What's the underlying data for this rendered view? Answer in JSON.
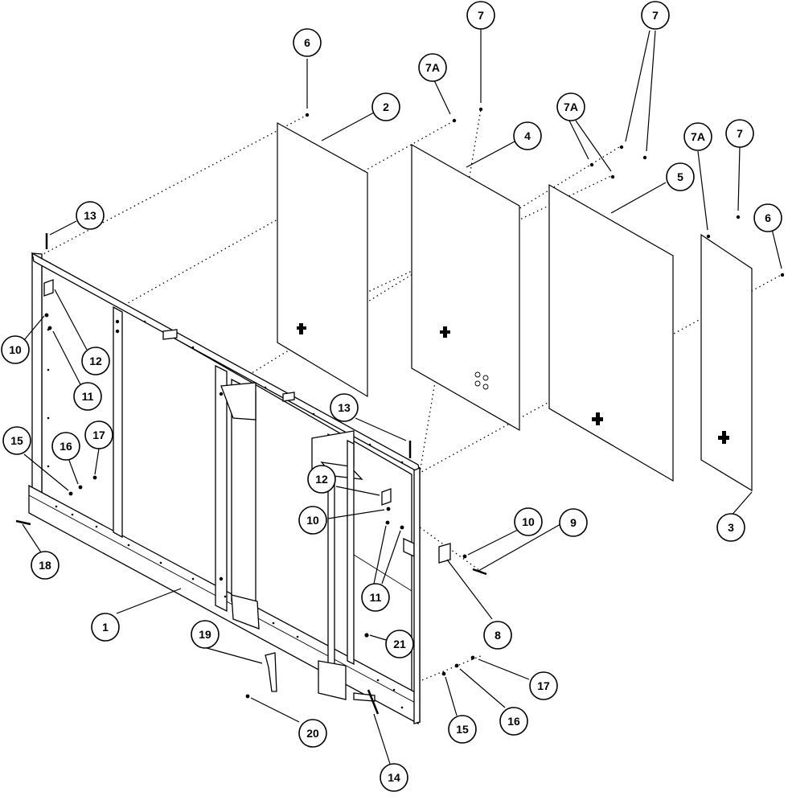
{
  "callouts": [
    {
      "label": "1"
    },
    {
      "label": "2"
    },
    {
      "label": "3"
    },
    {
      "label": "4"
    },
    {
      "label": "5"
    },
    {
      "label": "6"
    },
    {
      "label": "6"
    },
    {
      "label": "7"
    },
    {
      "label": "7"
    },
    {
      "label": "7"
    },
    {
      "label": "7A"
    },
    {
      "label": "7A"
    },
    {
      "label": "7A"
    },
    {
      "label": "8"
    },
    {
      "label": "9"
    },
    {
      "label": "10"
    },
    {
      "label": "10"
    },
    {
      "label": "10"
    },
    {
      "label": "11"
    },
    {
      "label": "11"
    },
    {
      "label": "12"
    },
    {
      "label": "12"
    },
    {
      "label": "13"
    },
    {
      "label": "13"
    },
    {
      "label": "14"
    },
    {
      "label": "15"
    },
    {
      "label": "15"
    },
    {
      "label": "16"
    },
    {
      "label": "16"
    },
    {
      "label": "17"
    },
    {
      "label": "17"
    },
    {
      "label": "18"
    },
    {
      "label": "19"
    },
    {
      "label": "20"
    },
    {
      "label": "21"
    }
  ]
}
